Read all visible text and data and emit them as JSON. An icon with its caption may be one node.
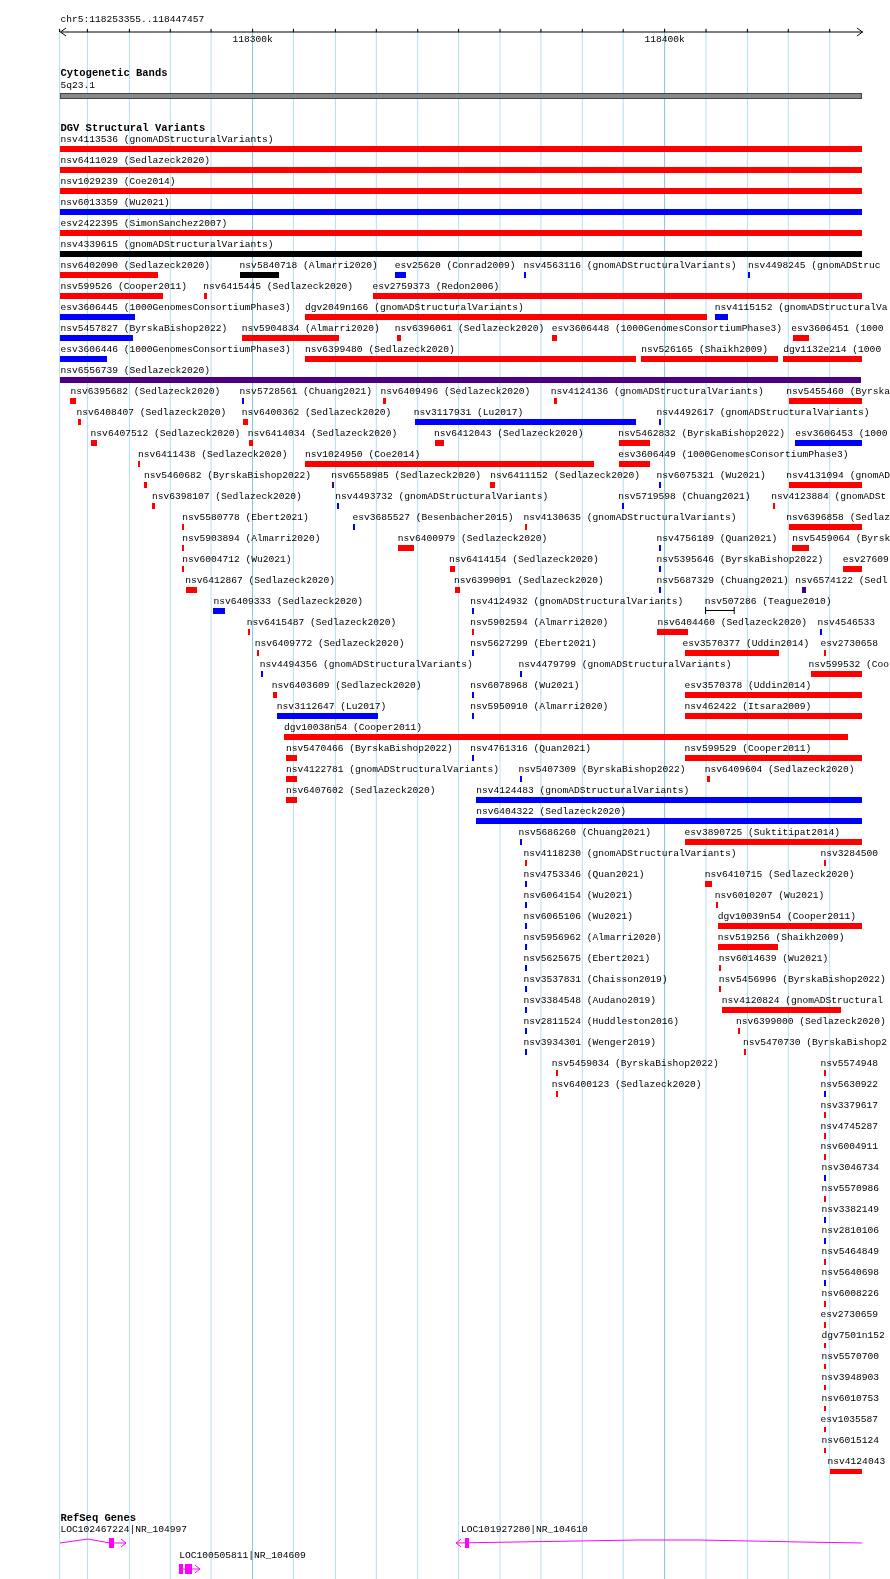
{
  "diagram": {
    "nodes": [
      {
        "text": [
          "5q23.1"
        ]
      },
      {
        "text": [
          "nsv4113536 (gnomADStructuralVariants)"
        ]
      },
      {
        "text": [
          "nsv6411029 (Sedlazeck2020)"
        ]
      },
      {
        "text": [
          "nsv1029239 (Coe2014)"
        ]
      },
      {
        "text": [
          "nsv6013359 (Wu2021)"
        ]
      },
      {
        "text": [
          "esv2422395 (SimonSanchez2007)"
        ]
      },
      {
        "text": [
          "nsv4339615 (gnomADStructuralVariants)"
        ]
      },
      {
        "text": [
          "nsv6402090 (Sedlazeck2020)"
        ]
      },
      {
        "text": [
          "nsv5840718 (Almarri2020)"
        ]
      },
      {
        "text": [
          "esv25620 (Conrad2009)"
        ]
      },
      {
        "text": [
          "nsv4563116 (gnomADStructuralVariants)"
        ]
      },
      {
        "text": [
          "nsv4498245 (gnomADStruc"
        ]
      },
      {
        "text": [
          "nsv599526 (Cooper2011)"
        ]
      },
      {
        "text": [
          "nsv6415445 (Sedlazeck2020)"
        ]
      },
      {
        "text": [
          "esv2759373 (Redon2006)"
        ]
      },
      {
        "text": [
          "esv3606445 (1000GenomesConsortiumPhase3)"
        ]
      },
      {
        "text": [
          "dgv2049n166 (gnomADStructuralVariants)"
        ]
      },
      {
        "text": [
          "nsv4115152 (gnomADStructuralVa"
        ]
      },
      {
        "text": [
          "nsv5457827 (ByrskaBishop2022)"
        ]
      },
      {
        "text": [
          "nsv5904834 (Almarri2020)"
        ]
      },
      {
        "text": [
          "nsv6396061 (Sedlazeck2020)"
        ]
      },
      {
        "text": [
          "esv3606448 (1000GenomesConsortiumPhase3)"
        ]
      },
      {
        "text": [
          "esv3606451 (1000"
        ]
      },
      {
        "text": [
          "esv3606446 (1000GenomesConsortiumPhase3)"
        ]
      },
      {
        "text": [
          "nsv6399480 (Sedlazeck2020)"
        ]
      },
      {
        "text": [
          "nsv526165 (Shaikh2009)"
        ]
      },
      {
        "text": [
          "dgv1132e214 (1000"
        ]
      },
      {
        "text": [
          "nsv6556739 (Sedlazeck2020)"
        ]
      },
      {
        "text": [
          "nsv6395682 (Sedlazeck2020)"
        ]
      },
      {
        "text": [
          "nsv5728561 (Chuang2021)"
        ]
      },
      {
        "text": [
          "nsv6409496 (Sedlazeck2020)"
        ]
      },
      {
        "text": [
          "nsv4124136 (gnomADStructuralVariants)"
        ]
      },
      {
        "text": [
          "nsv5455460 (Byrska"
        ]
      },
      {
        "text": [
          "nsv6408407 (Sedlazeck2020)"
        ]
      },
      {
        "text": [
          "nsv6400362 (Sedlazeck2020)"
        ]
      },
      {
        "text": [
          "nsv3117931 (Lu2017)"
        ]
      },
      {
        "text": [
          "nsv4492617 (gnomADStructuralVariants)"
        ]
      },
      {
        "text": [
          "nsv6407512 (Sedlazeck2020)"
        ]
      },
      {
        "text": [
          "nsv6414034 (Sedlazeck2020)"
        ]
      },
      {
        "text": [
          "nsv6412043 (Sedlazeck2020)"
        ]
      },
      {
        "text": [
          "nsv5462832 (ByrskaBishop2022)"
        ]
      },
      {
        "text": [
          "esv3606453 (1000"
        ]
      },
      {
        "text": [
          "nsv6411438 (Sedlazeck2020)"
        ]
      },
      {
        "text": [
          "nsv1024950 (Coe2014)"
        ]
      },
      {
        "text": [
          "esv3606449 (1000GenomesConsortiumPhase3)"
        ]
      },
      {
        "text": [
          "nsv5460682 (ByrskaBishop2022)"
        ]
      },
      {
        "text": [
          "nsv6558985 (Sedlazeck2020)"
        ]
      },
      {
        "text": [
          "nsv6411152 (Sedlazeck2020)"
        ]
      },
      {
        "text": [
          "nsv6075321 (Wu2021)"
        ]
      },
      {
        "text": [
          "nsv4131094 (gnomAD"
        ]
      },
      {
        "text": [
          "nsv6398107 (Sedlazeck2020)"
        ]
      },
      {
        "text": [
          "nsv4493732 (gnomADStructuralVariants)"
        ]
      },
      {
        "text": [
          "nsv5719598 (Chuang2021)"
        ]
      },
      {
        "text": [
          "nsv4123884 (gnomADSt"
        ]
      },
      {
        "text": [
          "nsv5580778 (Ebert2021)"
        ]
      },
      {
        "text": [
          "esv3685527 (Besenbacher2015)"
        ]
      },
      {
        "text": [
          "nsv4130635 (gnomADStructuralVariants)"
        ]
      },
      {
        "text": [
          "nsv6396858 (Sedlaz"
        ]
      },
      {
        "text": [
          "nsv5903894 (Almarri2020)"
        ]
      },
      {
        "text": [
          "nsv6400979 (Sedlazeck2020)"
        ]
      },
      {
        "text": [
          "nsv4756189 (Quan2021)"
        ]
      },
      {
        "text": [
          "nsv5459064 (Byrsk"
        ]
      },
      {
        "text": [
          "nsv6004712 (Wu2021)"
        ]
      },
      {
        "text": [
          "nsv6414154 (Sedlazeck2020)"
        ]
      },
      {
        "text": [
          "nsv5395646 (ByrskaBishop2022)"
        ]
      },
      {
        "text": [
          "esv27609"
        ]
      },
      {
        "text": [
          "nsv6412867 (Sedlazeck2020)"
        ]
      },
      {
        "text": [
          "nsv6399091 (Sedlazeck2020)"
        ]
      },
      {
        "text": [
          "nsv5687329 (Chuang2021)"
        ]
      },
      {
        "text": [
          "nsv6574122 (Sedl"
        ]
      },
      {
        "text": [
          "nsv6409333 (Sedlazeck2020)"
        ]
      },
      {
        "text": [
          "nsv4124932 (gnomADStructuralVariants)"
        ]
      },
      {
        "text": [
          "nsv507286 (Teague2010)"
        ]
      },
      {
        "text": [
          "nsv6415487 (Sedlazeck2020)"
        ]
      },
      {
        "text": [
          "nsv5902594 (Almarri2020)"
        ]
      },
      {
        "text": [
          "nsv6404460 (Sedlazeck2020)"
        ]
      },
      {
        "text": [
          "nsv4546533"
        ]
      },
      {
        "text": [
          "nsv6409772 (Sedlazeck2020)"
        ]
      },
      {
        "text": [
          "nsv5627299 (Ebert2021)"
        ]
      },
      {
        "text": [
          "esv3570377 (Uddin2014)"
        ]
      },
      {
        "text": [
          "esv2730658"
        ]
      },
      {
        "text": [
          "nsv4494356 (gnomADStructuralVariants)"
        ]
      },
      {
        "text": [
          "nsv4479799 (gnomADStructuralVariants)"
        ]
      },
      {
        "text": [
          "nsv599532 (Coo"
        ]
      },
      {
        "text": [
          "nsv6403609 (Sedlazeck2020)"
        ]
      },
      {
        "text": [
          "nsv6078968 (Wu2021)"
        ]
      },
      {
        "text": [
          "esv3570378 (Uddin2014)"
        ]
      },
      {
        "text": [
          "nsv3112647 (Lu2017)"
        ]
      },
      {
        "text": [
          "nsv5950910 (Almarri2020)"
        ]
      },
      {
        "text": [
          "nsv462422 (Itsara2009)"
        ]
      },
      {
        "text": [
          "dgv10038n54 (Cooper2011)"
        ]
      },
      {
        "text": [
          "nsv5470466 (ByrskaBishop2022)"
        ]
      },
      {
        "text": [
          "nsv4761316 (Quan2021)"
        ]
      },
      {
        "text": [
          "nsv599529 (Cooper2011)"
        ]
      },
      {
        "text": [
          "nsv4122781 (gnomADStructuralVariants)"
        ]
      },
      {
        "text": [
          "nsv5407309 (ByrskaBishop2022)"
        ]
      },
      {
        "text": [
          "nsv6409604 (Sedlazeck2020)"
        ]
      },
      {
        "text": [
          "nsv6407602 (Sedlazeck2020)"
        ]
      },
      {
        "text": [
          "nsv4124483 (gnomADStructuralVariants)"
        ]
      },
      {
        "text": [
          "nsv6404322 (Sedlazeck2020)"
        ]
      },
      {
        "text": [
          "nsv5686260 (Chuang2021)"
        ]
      },
      {
        "text": [
          "esv3890725 (Suktitipat2014)"
        ]
      },
      {
        "text": [
          "nsv4118230 (gnomADStructuralVariants)"
        ]
      },
      {
        "text": [
          "nsv3284500"
        ]
      },
      {
        "text": [
          "nsv4753346 (Quan2021)"
        ]
      },
      {
        "text": [
          "nsv6410715 (Sedlazeck2020)"
        ]
      },
      {
        "text": [
          "nsv6064154 (Wu2021)"
        ]
      },
      {
        "text": [
          "nsv6010207 (Wu2021)"
        ]
      },
      {
        "text": [
          "nsv6065106 (Wu2021)"
        ]
      },
      {
        "text": [
          "dgv10039n54 (Cooper2011)"
        ]
      },
      {
        "text": [
          "nsv5956962 (Almarri2020)"
        ]
      },
      {
        "text": [
          "nsv519256 (Shaikh2009)"
        ]
      },
      {
        "text": [
          "nsv5625675 (Ebert2021)"
        ]
      },
      {
        "text": [
          "nsv6014639 (Wu2021)"
        ]
      },
      {
        "text": [
          "nsv3537831 (Chaisson2019)"
        ]
      },
      {
        "text": [
          "nsv5456996 (ByrskaBishop2022)"
        ]
      },
      {
        "text": [
          "nsv3384548 (Audano2019)"
        ]
      },
      {
        "text": [
          "nsv4120824 (gnomADStructural"
        ]
      },
      {
        "text": [
          "nsv2811524 (Huddleston2016)"
        ]
      },
      {
        "text": [
          "nsv6399000 (Sedlazeck2020)"
        ]
      },
      {
        "text": [
          "nsv3934301 (Wenger2019)"
        ]
      },
      {
        "text": [
          "nsv5470730 (ByrskaBishop2"
        ]
      },
      {
        "text": [
          "nsv5459034 (ByrskaBishop2022)"
        ]
      },
      {
        "text": [
          "nsv5574948"
        ]
      },
      {
        "text": [
          "nsv6400123 (Sedlazeck2020)"
        ]
      },
      {
        "text": [
          "nsv5630922"
        ]
      },
      {
        "text": [
          "nsv3379617"
        ]
      },
      {
        "text": [
          "nsv4745287"
        ]
      },
      {
        "text": [
          "nsv6004911"
        ]
      },
      {
        "text": [
          "nsv3046734"
        ]
      },
      {
        "text": [
          "nsv5570986"
        ]
      },
      {
        "text": [
          "nsv3382149"
        ]
      },
      {
        "text": [
          "nsv2810106"
        ]
      },
      {
        "text": [
          "nsv5464849"
        ]
      },
      {
        "text": [
          "nsv5640698"
        ]
      },
      {
        "text": [
          "nsv6008226"
        ]
      },
      {
        "text": [
          "esv2730659"
        ]
      },
      {
        "text": [
          "dgv7501n152"
        ]
      },
      {
        "text": [
          "nsv5570700"
        ]
      },
      {
        "text": [
          "nsv3948903"
        ]
      },
      {
        "text": [
          "nsv6010753"
        ]
      },
      {
        "text": [
          "esv1035587"
        ]
      },
      {
        "text": [
          "nsv6015124"
        ]
      },
      {
        "text": [
          "nsv4124043"
        ]
      },
      {
        "text": [
          "LOC102467224|NR_104997"
        ]
      },
      {
        "text": [
          "LOC101927280|NR_104610"
        ]
      },
      {
        "text": [
          "LOC100505811|NR_104609"
        ]
      }
    ],
    "labels": [
      "chr5:118253355..118447457",
      "118300k",
      "118400k",
      "Cytogenetic Bands",
      "DGV Structural Variants",
      "RefSeq Genes"
    ]
  }
}
